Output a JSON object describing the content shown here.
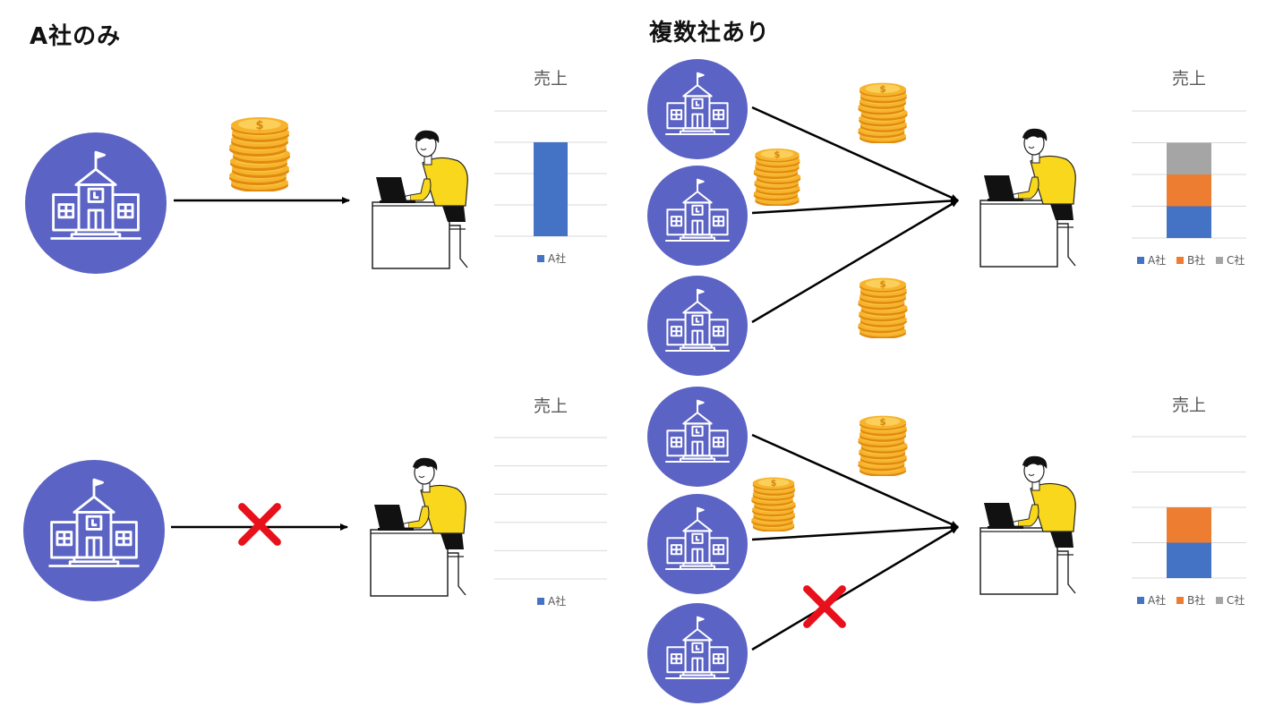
{
  "headings": {
    "left": "A社のみ",
    "right": "複数社あり"
  },
  "colors": {
    "building_circle": "#5B63C4",
    "company_a": "#4472C4",
    "company_b": "#ED7D31",
    "company_c": "#A5A5A5",
    "cross": "#E8101A",
    "coin": "#F5A623",
    "shirt": "#F9D71C"
  },
  "icons": {
    "building": "school-building-icon",
    "coins": "coin-stack-icon",
    "worker": "person-at-laptop-icon",
    "blocked": "red-cross-icon"
  },
  "chart_data": [
    {
      "type": "bar",
      "title": "売上",
      "categories": [
        ""
      ],
      "series": [
        {
          "name": "A社",
          "values": [
            3
          ]
        }
      ],
      "legend": [
        "A社"
      ],
      "ylim": [
        0,
        4
      ],
      "grid": true,
      "legend_position": "bottom"
    },
    {
      "type": "bar",
      "title": "売上",
      "categories": [
        ""
      ],
      "series": [
        {
          "name": "A社",
          "values": [
            0
          ]
        }
      ],
      "legend": [
        "A社"
      ],
      "ylim": [
        0,
        5
      ],
      "grid": true,
      "legend_position": "bottom"
    },
    {
      "type": "bar",
      "stacked": true,
      "title": "売上",
      "categories": [
        ""
      ],
      "series": [
        {
          "name": "A社",
          "values": [
            1
          ]
        },
        {
          "name": "B社",
          "values": [
            1
          ]
        },
        {
          "name": "C社",
          "values": [
            1
          ]
        }
      ],
      "legend": [
        "A社",
        "B社",
        "C社"
      ],
      "ylim": [
        0,
        4
      ],
      "grid": true,
      "legend_position": "bottom"
    },
    {
      "type": "bar",
      "stacked": true,
      "title": "売上",
      "categories": [
        ""
      ],
      "series": [
        {
          "name": "A社",
          "values": [
            1
          ]
        },
        {
          "name": "B社",
          "values": [
            1
          ]
        },
        {
          "name": "C社",
          "values": [
            0
          ]
        }
      ],
      "legend": [
        "A社",
        "B社",
        "C社"
      ],
      "ylim": [
        0,
        4
      ],
      "grid": true,
      "legend_position": "bottom"
    }
  ]
}
